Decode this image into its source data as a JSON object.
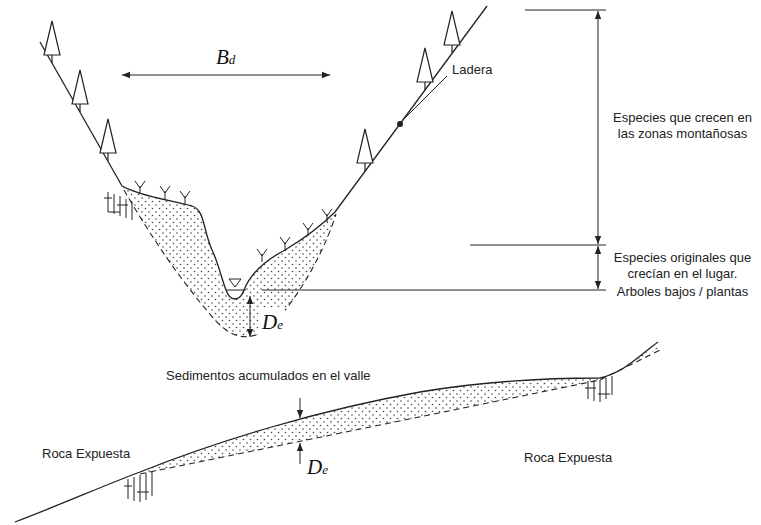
{
  "diagram": {
    "labels": [
      "Ladera",
      "Especies que crecen en las zonas montañosas",
      "Bd",
      "Especies originales que crecían en el lugar.",
      "Arboles bajos / plantas",
      "De",
      "Sedimentos acumulados en el valle",
      "Roca Expuesta",
      "Roca Expuesta",
      "De"
    ]
  }
}
